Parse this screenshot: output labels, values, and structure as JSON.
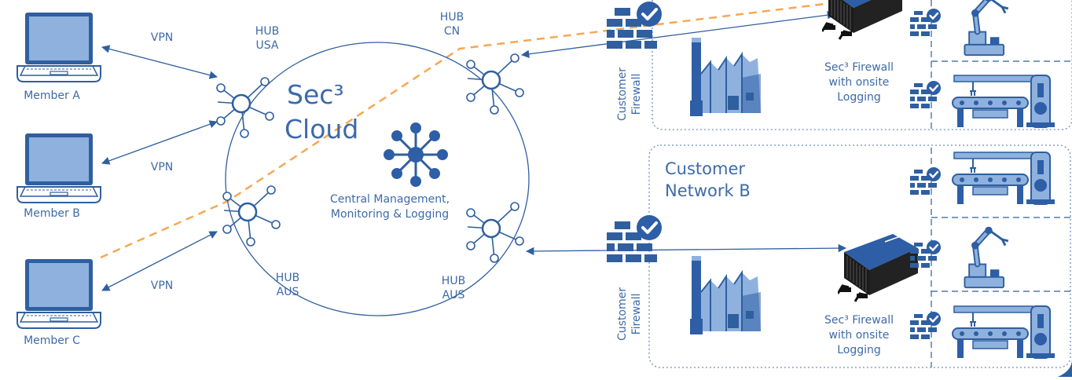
{
  "colors": {
    "primary": "#2f5f9e",
    "light_fill": "#8fb1de",
    "dark_fill": "#2d5ea6",
    "text": "#3d6aa8",
    "dashed_link": "#f5a855"
  },
  "cloud": {
    "title_line1": "Sec³",
    "title_line2": "Cloud",
    "center_label_line1": "Central Management,",
    "center_label_line2": "Monitoring & Logging"
  },
  "hubs": {
    "usa": {
      "line1": "HUB",
      "line2": "USA"
    },
    "cn": {
      "line1": "HUB",
      "line2": "CN"
    },
    "aus_left": {
      "line1": "HUB",
      "line2": "AUS"
    },
    "aus_right": {
      "line1": "HUB",
      "line2": "AUS"
    }
  },
  "members": {
    "a": "Member A",
    "b": "Member B",
    "c": "Member C"
  },
  "vpn_label": "VPN",
  "customer_firewall": {
    "line1": "Customer",
    "line2": "Firewall"
  },
  "sec3_firewall": {
    "line1": "Sec³ Firewall",
    "line2": "with onsite",
    "line3": "Logging"
  },
  "network_b": {
    "line1": "Customer",
    "line2": "Network B"
  },
  "icons": [
    "laptop-icon",
    "hub-node-icon",
    "management-icon",
    "firewall-check-icon",
    "factory-icon",
    "sec3-appliance-icon",
    "robot-arm-icon",
    "conveyor-machine-icon",
    "small-firewall-icon"
  ]
}
